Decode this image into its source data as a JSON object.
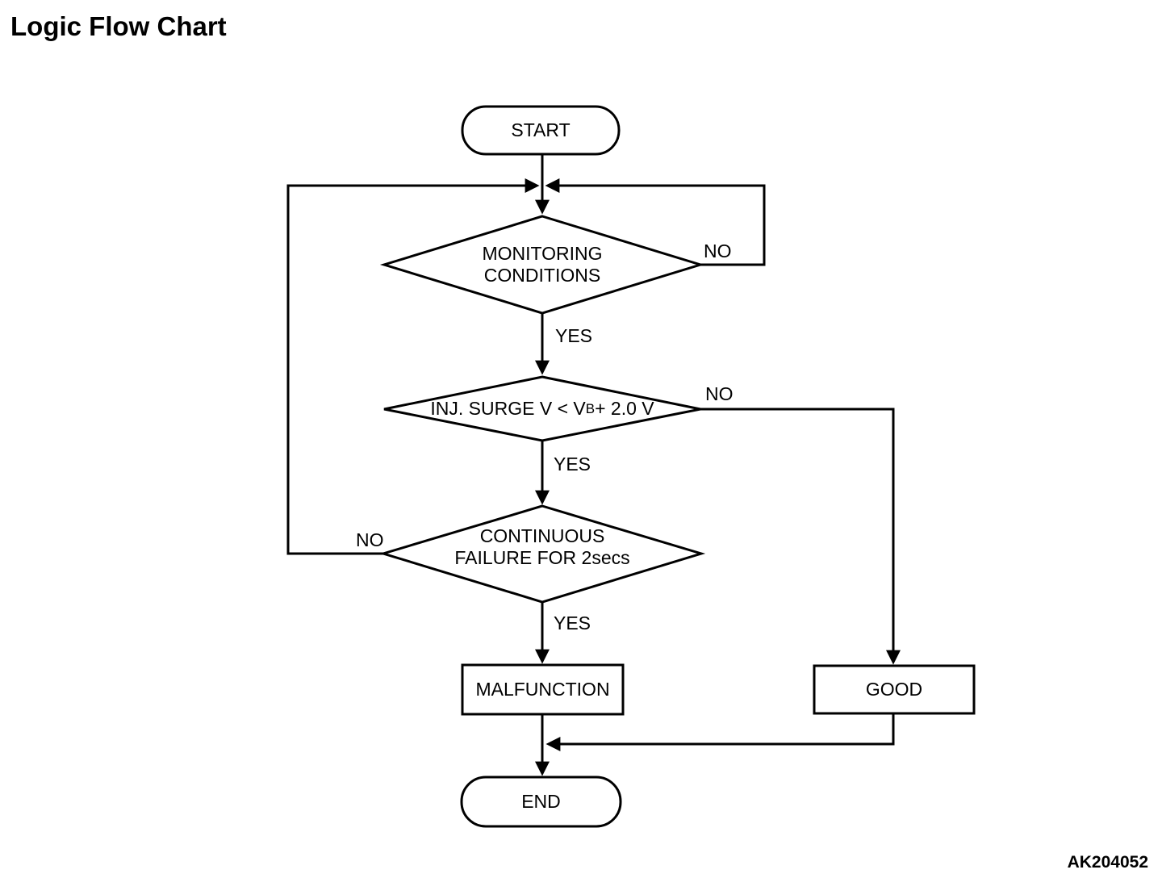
{
  "title": "Logic Flow Chart",
  "figure_code": "AK204052",
  "flowchart": {
    "nodes": {
      "start": {
        "label": "START"
      },
      "monitoring_conditions": {
        "line1": "MONITORING",
        "line2": "CONDITIONS"
      },
      "inj_surge": {
        "label_pre": "INJ. SURGE V < V",
        "label_sub": "B",
        "label_post": " + 2.0 V"
      },
      "continuous_failure": {
        "line1": "CONTINUOUS",
        "line2": "FAILURE FOR 2secs"
      },
      "malfunction": {
        "label": "MALFUNCTION"
      },
      "good": {
        "label": "GOOD"
      },
      "end": {
        "label": "END"
      }
    },
    "branch_labels": {
      "monitoring_no": "NO",
      "monitoring_yes": "YES",
      "inj_surge_no": "NO",
      "inj_surge_yes": "YES",
      "continuous_no": "NO",
      "continuous_yes": "YES"
    },
    "line_color": "#000000",
    "background_color": "#ffffff"
  }
}
